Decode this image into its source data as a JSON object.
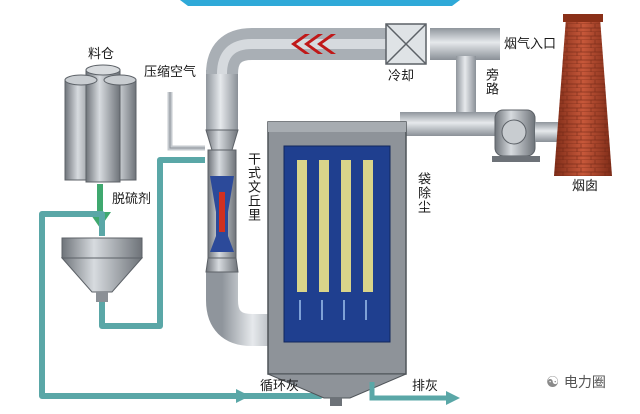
{
  "labels": {
    "silo": "料仓",
    "compressed_air": "压缩空气",
    "desulfurizer": "脱硫剂",
    "flue_gas_inlet": "烟气入口",
    "cooling": "冷却",
    "bypass": "旁路",
    "chimney": "烟囱",
    "venturi": "干式文丘里",
    "bag_filter": "袋除尘",
    "recycle_ash": "循环灰",
    "discharge": "排灰"
  },
  "watermark": "电力圈",
  "colors": {
    "pipe": "#b9bfc6",
    "vessel": "#8e9399",
    "filter_panel": "#1f3f8f",
    "filter_bag": "#d9d48a",
    "recycle_line": "#5aa7a7",
    "chimney": "#b54a2a",
    "arrow": "#c01818"
  }
}
